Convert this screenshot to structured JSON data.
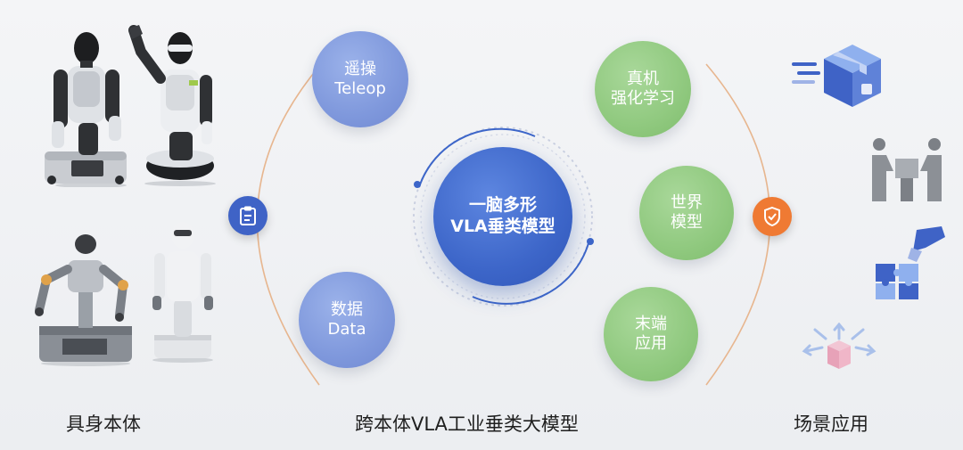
{
  "teleop": {
    "line1": "遥操",
    "line2": "Teleop"
  },
  "data_node": {
    "line1": "数据",
    "line2": "Data"
  },
  "rl": {
    "line1": "真机",
    "line2": "强化学习"
  },
  "world_model": {
    "line1": "世界",
    "line2": "模型"
  },
  "edge_app": {
    "line1": "末端",
    "line2": "应用"
  },
  "center": {
    "line1": "一脑多形",
    "line2": "VLA垂类模型"
  },
  "footer": {
    "left": "具身本体",
    "middle": "跨本体VLA工业垂类大模型",
    "right": "场景应用"
  },
  "colors": {
    "blue_node": "#7f98dc",
    "green_node": "#90c97f",
    "center_node": "#3d66c9",
    "left_badge": "#3f63c6",
    "right_badge": "#ef7a33",
    "arc": "#e7b68f"
  },
  "icons": [
    "clipboard-icon",
    "shield-check-icon",
    "delivery-box-icon",
    "handover-box-icon",
    "puzzle-hand-icon",
    "box-arrows-icon"
  ]
}
